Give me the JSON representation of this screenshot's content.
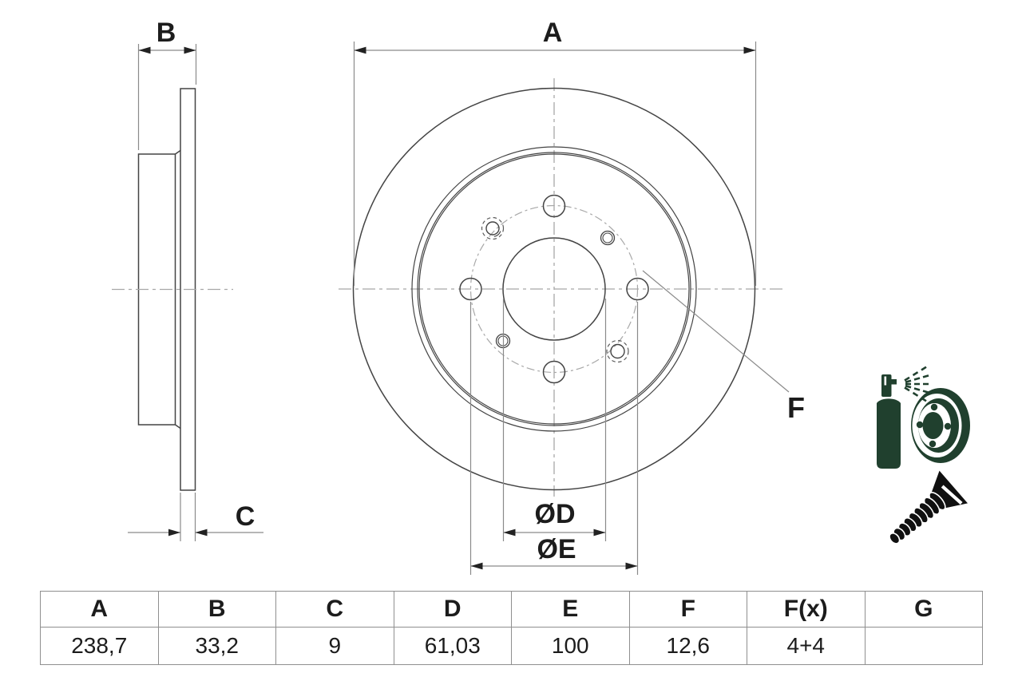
{
  "colors": {
    "icon-green": "#20402e",
    "screw-black": "#101010",
    "line-dark": "#444444",
    "line-dim": "#8a8a8a",
    "line-center": "#a8a8a8",
    "arrow": "#222222",
    "table-border": "#8f8f8f",
    "text": "#1c1c1c"
  },
  "drawing": {
    "labels": {
      "a": "A",
      "b": "B",
      "c": "C",
      "d": "ØD",
      "e": "ØE",
      "f": "F"
    }
  },
  "icons": {
    "coating_spray": "spray-can-coated-disc-icon",
    "screw": "countersunk-screw-icon"
  },
  "table": {
    "headers": [
      "A",
      "B",
      "C",
      "D",
      "E",
      "F",
      "F(x)",
      "G"
    ],
    "values": [
      "238,7",
      "33,2",
      "9",
      "61,03",
      "100",
      "12,6",
      "4+4",
      ""
    ]
  }
}
